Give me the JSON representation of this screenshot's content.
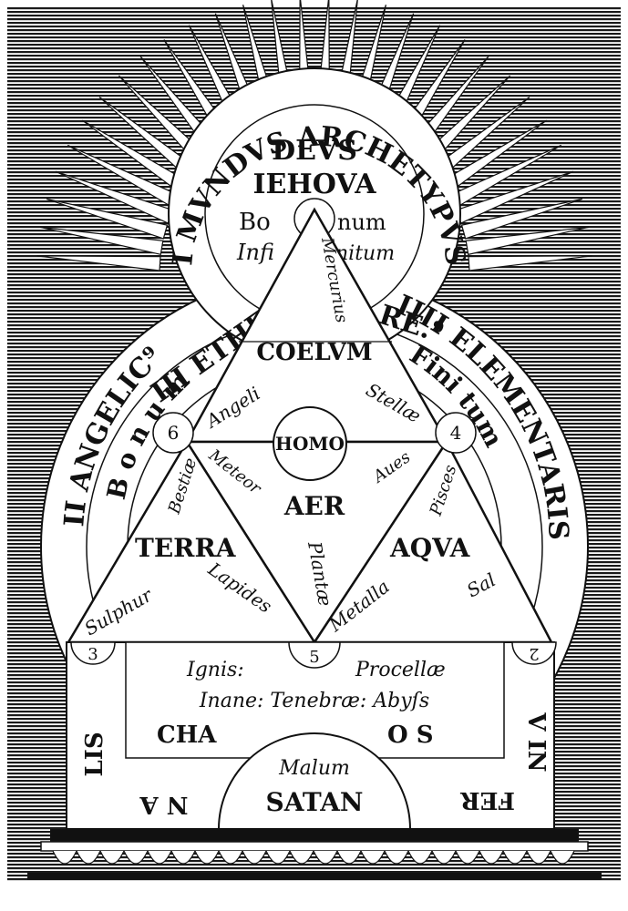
{
  "top": {
    "arc_label": "I MVNDVS ARCHETYPVS",
    "deus": "DEVS",
    "iehova": "IEHOVA",
    "bo": "Bo",
    "num": "num",
    "infi": "Infi",
    "nitum": "nitum",
    "n1": "1"
  },
  "angelic_arc": "II ANGELIC⁹",
  "ethe": "III ETHE",
  "re": "RE.⁹",
  "elementaris_arc": "IIII ELEMENTARIS",
  "bonum_arc": "B o n u m",
  "finitum_arc": "Fini tum",
  "triangle": {
    "mercurius": "Mercurius",
    "coelum": "COELVM",
    "angeli": "Angeli",
    "stellae": "Stellæ",
    "homo": "HOMO",
    "meteor": "Meteor",
    "aues": "Aues",
    "bestiae": "Bestiæ",
    "pisces": "Pisces",
    "aer": "AER",
    "terra": "TERRA",
    "aqua": "AQVA",
    "plantae": "Plantæ",
    "lapides": "Lapides",
    "metalla": "Metalla",
    "sulphur": "Sulphur",
    "sal": "Sal",
    "n6": "6",
    "n4": "4"
  },
  "base": {
    "n3": "3",
    "n5": "5",
    "n2": "2",
    "line1_a": "Ignis:",
    "line1_b": "Procellæ",
    "line2": "Inane: Tenebræ: Abyſs",
    "cha": "CHA",
    "os": "O S",
    "lis": "LIS",
    "na": "N A",
    "vin": "V IN",
    "fer": "FER",
    "malum": "Malum",
    "satan": "SATAN"
  },
  "colors": {
    "ink": "#111111",
    "paper": "#ffffff"
  }
}
